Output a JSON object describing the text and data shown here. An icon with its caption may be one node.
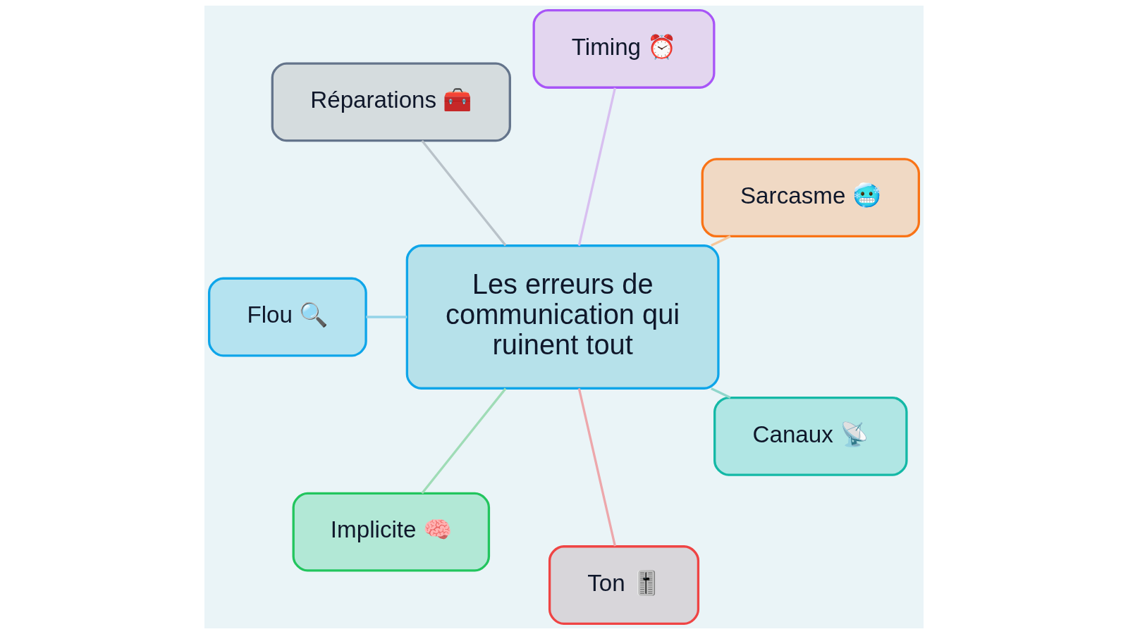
{
  "diagram": {
    "nodes": [
      {
        "text": [
          "Les erreurs de communication qui ruinent tout"
        ]
      },
      {
        "text": [
          "Sarcasme 🥶"
        ]
      },
      {
        "text": [
          "Timing ⏰"
        ]
      },
      {
        "text": [
          "Réparations 🧰"
        ]
      },
      {
        "text": [
          "Flou 🔍"
        ]
      },
      {
        "text": [
          "Implicite 🧠"
        ]
      },
      {
        "text": [
          "Ton 🎚️"
        ]
      },
      {
        "text": [
          "Canaux 📡"
        ]
      }
    ],
    "edges": [
      {
        "from": 0,
        "to": 1,
        "arrow": "none",
        "color": "#f6c69a"
      },
      {
        "from": 0,
        "to": 2,
        "arrow": "none",
        "color": "#d8bff0"
      },
      {
        "from": 0,
        "to": 3,
        "arrow": "none",
        "color": "#b9c2c9"
      },
      {
        "from": 0,
        "to": 4,
        "arrow": "none",
        "color": "#94d3e8"
      },
      {
        "from": 0,
        "to": 5,
        "arrow": "none",
        "color": "#9fdcb6"
      },
      {
        "from": 0,
        "to": 6,
        "arrow": "none",
        "color": "#eda7ab"
      },
      {
        "from": 0,
        "to": 7,
        "arrow": "none",
        "color": "#8fd6cb"
      }
    ]
  }
}
